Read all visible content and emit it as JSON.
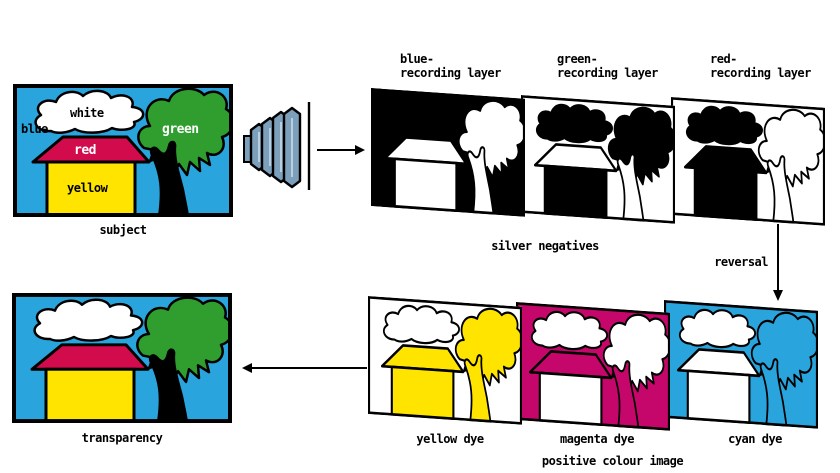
{
  "diagram": {
    "subject": {
      "caption": "subject",
      "labels": {
        "white": "white",
        "blue": "blue",
        "red": "red",
        "yellow": "yellow",
        "green": "green"
      }
    },
    "negatives": {
      "caption": "silver negatives",
      "items": [
        {
          "label_line1": "blue-",
          "label_line2": "recording layer"
        },
        {
          "label_line1": "green-",
          "label_line2": "recording layer"
        },
        {
          "label_line1": "red-",
          "label_line2": "recording layer"
        }
      ]
    },
    "reversal_label": "reversal",
    "positives": {
      "caption": "positive colour image",
      "items": [
        {
          "caption": "yellow dye"
        },
        {
          "caption": "magenta dye"
        },
        {
          "caption": "cyan dye"
        }
      ]
    },
    "transparency": {
      "caption": "transparency"
    }
  },
  "palette": {
    "blue": "#29A4DC",
    "red": "#D20C4C",
    "yellow": "#FFE400",
    "green": "#2F9E2F",
    "magenta": "#C5076B",
    "cyan": "#29A4DC",
    "black": "#000000",
    "white": "#FFFFFF",
    "camera_body": "#7C9FBB",
    "camera_slat": "#B9CFDF",
    "outline": "#000000"
  },
  "scenes": {
    "subject": {
      "sky": "#29A4DC",
      "cloud": "#FFFFFF",
      "roof": "#D20C4C",
      "house": "#FFE400",
      "foliage": "#2F9E2F",
      "trunk": "#000000"
    },
    "neg_blue": {
      "sky": "#000000",
      "cloud": "#000000",
      "roof": "#FFFFFF",
      "house": "#FFFFFF",
      "foliage": "#FFFFFF",
      "trunk": "#FFFFFF"
    },
    "neg_green": {
      "sky": "#FFFFFF",
      "cloud": "#000000",
      "roof": "#FFFFFF",
      "house": "#000000",
      "foliage": "#000000",
      "trunk": "#FFFFFF"
    },
    "neg_red": {
      "sky": "#FFFFFF",
      "cloud": "#000000",
      "roof": "#000000",
      "house": "#000000",
      "foliage": "#FFFFFF",
      "trunk": "#FFFFFF"
    },
    "pos_yellow": {
      "sky": "#FFFFFF",
      "cloud": "#FFFFFF",
      "roof": "#FFE400",
      "house": "#FFE400",
      "foliage": "#FFE400",
      "trunk": "#FFE400"
    },
    "pos_magenta": {
      "sky": "#C5076B",
      "cloud": "#FFFFFF",
      "roof": "#C5076B",
      "house": "#FFFFFF",
      "foliage": "#FFFFFF",
      "trunk": "#C5076B"
    },
    "pos_cyan": {
      "sky": "#29A4DC",
      "cloud": "#FFFFFF",
      "roof": "#FFFFFF",
      "house": "#FFFFFF",
      "foliage": "#29A4DC",
      "trunk": "#29A4DC"
    },
    "transparency": {
      "sky": "#29A4DC",
      "cloud": "#FFFFFF",
      "roof": "#D20C4C",
      "house": "#FFE400",
      "foliage": "#2F9E2F",
      "trunk": "#000000"
    }
  }
}
